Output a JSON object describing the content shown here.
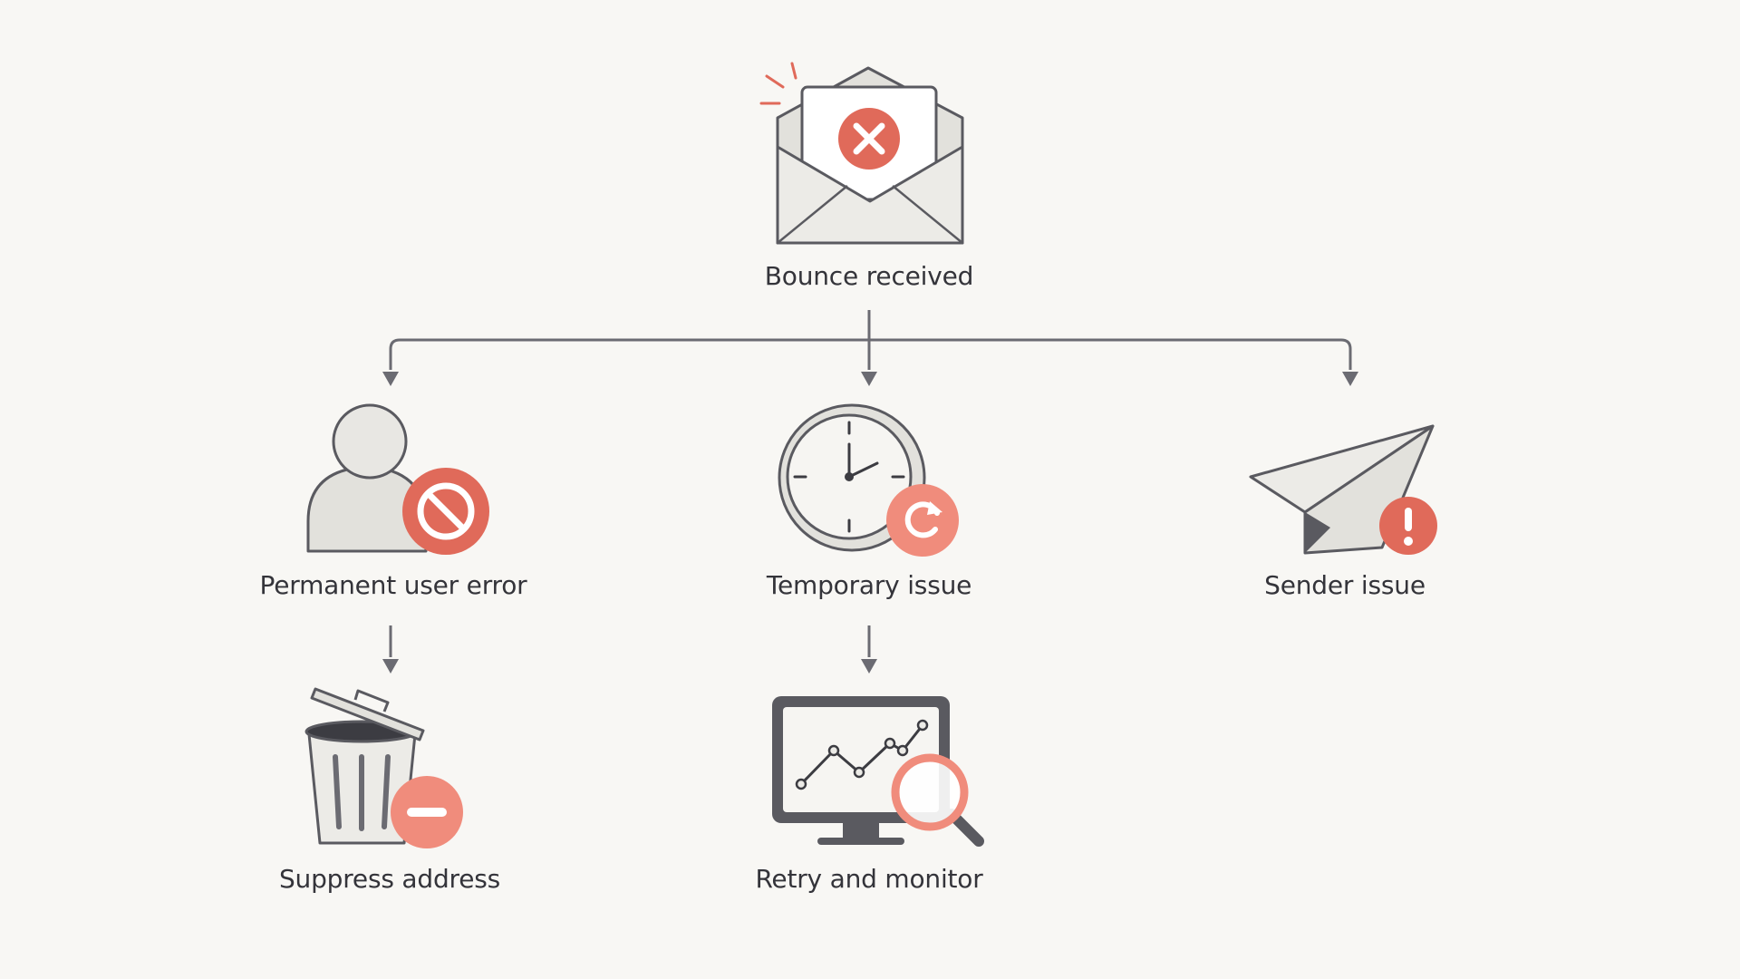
{
  "diagram": {
    "root": {
      "label": "Bounce received",
      "icon": "envelope-error-icon"
    },
    "branches": [
      {
        "label": "Permanent user error",
        "icon": "user-blocked-icon",
        "next": {
          "label": "Suppress address",
          "icon": "trash-remove-icon"
        }
      },
      {
        "label": "Temporary issue",
        "icon": "clock-retry-icon",
        "next": {
          "label": "Retry and monitor",
          "icon": "monitor-search-icon"
        }
      },
      {
        "label": "Sender issue",
        "icon": "paper-plane-alert-icon"
      }
    ]
  },
  "colors": {
    "background": "#f8f7f4",
    "accent": "#e06a5a",
    "accent_light": "#f08c7c",
    "line": "#6b6b72",
    "icon_fill": "#ebeae6",
    "icon_stroke": "#5a5a60",
    "text": "#34343a"
  }
}
